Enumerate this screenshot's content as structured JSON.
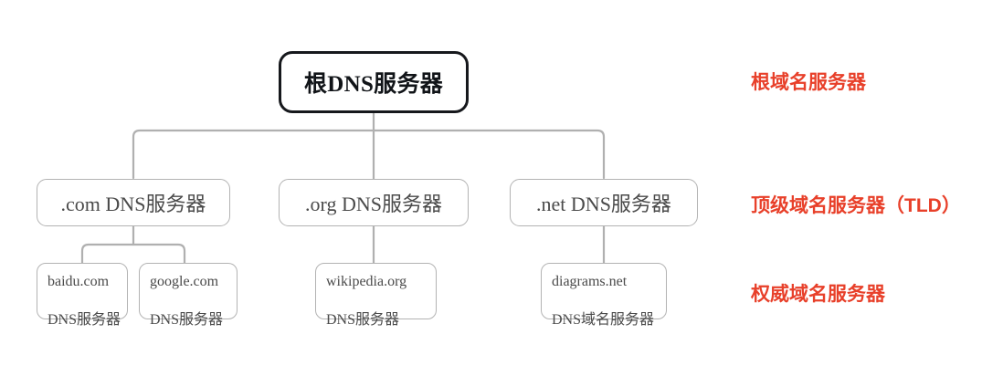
{
  "diagram": {
    "title": "DNS 服务器层级结构",
    "type": "hierarchy-tree",
    "colors": {
      "root_border": "#16181c",
      "node_border": "#b3b3b3",
      "edge": "#b0b0b0",
      "node_text": "#4a4a4a",
      "annotation_red": "#e8402a",
      "background": "#ffffff"
    }
  },
  "nodes": {
    "root": {
      "label": "根DNS服务器",
      "level": "root"
    },
    "tld": [
      {
        "label": ".com DNS服务器"
      },
      {
        "label": ".org DNS服务器"
      },
      {
        "label": ".net DNS服务器"
      }
    ],
    "authoritative": [
      {
        "line1": "baidu.com",
        "line2": "DNS服务器"
      },
      {
        "line1": "google.com",
        "line2": "DNS服务器"
      },
      {
        "line1": "wikipedia.org",
        "line2": "DNS服务器"
      },
      {
        "line1": "diagrams.net",
        "line2": "DNS域名服务器"
      }
    ]
  },
  "annotations": [
    {
      "label": "根域名服务器"
    },
    {
      "label": "顶级域名服务器（TLD）"
    },
    {
      "label": "权威域名服务器"
    }
  ]
}
